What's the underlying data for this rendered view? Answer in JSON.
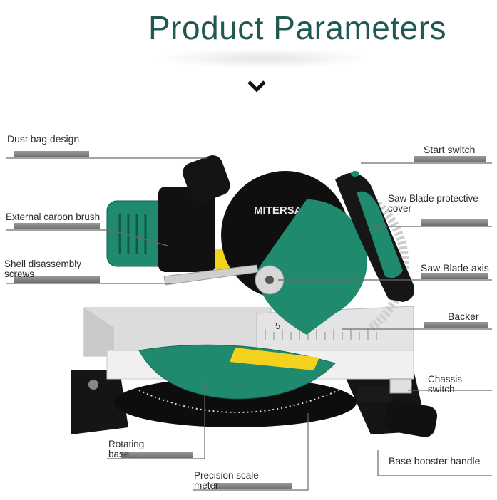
{
  "header": {
    "title": "Product Parameters"
  },
  "product": {
    "brand_text": "MITERSA",
    "scale_number": "5"
  },
  "colors": {
    "title": "#1e5a52",
    "accent_green": "#1f8a6e",
    "body_black": "#111111",
    "leader_line": "#6a6a6a"
  },
  "callouts": {
    "dust_bag": "Dust bag design",
    "carbon_brush": "External carbon brush",
    "shell_screws_1": "Shell disassembly",
    "shell_screws_2": "screws",
    "start_switch": "Start switch",
    "blade_cover_1": "Saw Blade protective",
    "blade_cover_2": "cover",
    "blade_axis": "Saw Blade axis",
    "backer": "Backer",
    "chassis_switch_1": "Chassis",
    "chassis_switch_2": "switch",
    "rotating_base_1": "Rotating",
    "rotating_base_2": "base",
    "scale_meter_1": "Precision scale",
    "scale_meter_2": "meter",
    "booster_handle": "Base booster handle"
  },
  "icons": {
    "scroll_hint": "chevron-down-icon"
  }
}
